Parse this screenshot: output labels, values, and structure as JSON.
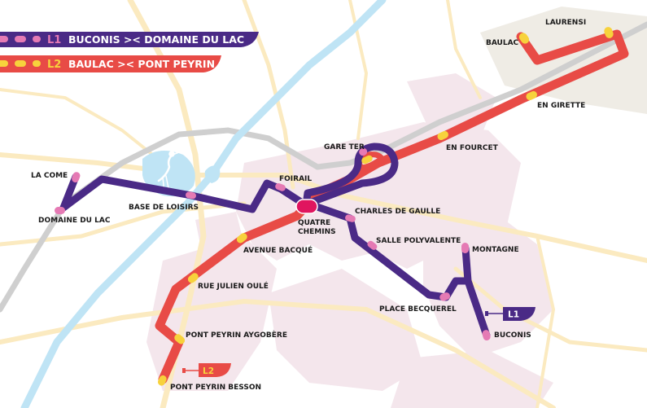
{
  "colors": {
    "l1": "#4a2a86",
    "l2": "#e84b46",
    "stop_l1": "#e57ab4",
    "stop_l2": "#f7d23c",
    "hub": "#e0155f",
    "water": "#bfe4f5",
    "road": "#fbeac0",
    "rail": "#cfcfcf",
    "urban": "#f4e6ec",
    "zone": "#efece5"
  },
  "legend": {
    "l1": {
      "code": "L1",
      "text": "BUCONIS  ><  DOMAINE DU LAC"
    },
    "l2": {
      "code": "L2",
      "text": "BAULAC  ><  PONT PEYRIN"
    }
  },
  "terminal_flags": {
    "l1": "L1",
    "l2": "L2"
  },
  "stations": {
    "laurensi": "LAURENSI",
    "baulac": "BAULAC",
    "en_girette": "EN GIRETTE",
    "en_fourcet": "EN FOURCET",
    "gare_ter": "GARE TER",
    "la_come": "LA COME",
    "domaine_du_lac": "DOMAINE DU LAC",
    "base_de_loisirs": "BASE DE LOISIRS",
    "foirail": "FOIRAIL",
    "quatre_chemins_1": "QUATRE",
    "quatre_chemins_2": "CHEMINS",
    "charles_de_gaulle": "CHARLES DE GAULLE",
    "salle_polyvalente": "SALLE POLYVALENTE",
    "montagne": "MONTAGNE",
    "avenue_bacque": "AVENUE BACQUÉ",
    "rue_julien_oule": "RUE JULIEN OULÉ",
    "place_becquerel": "PLACE BECQUEREL",
    "buconis": "BUCONIS",
    "pont_peyrin_aygobere": "PONT PEYRIN AYGOBÈRE",
    "pont_peyrin_besson": "PONT PEYRIN BESSON"
  }
}
